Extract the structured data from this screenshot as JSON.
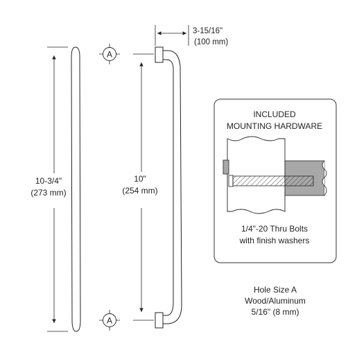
{
  "dimensions": {
    "overall_length": {
      "imperial": "10-3/4\"",
      "metric": "(273 mm)"
    },
    "center_to_center": {
      "imperial": "10\"",
      "metric": "(254 mm)"
    },
    "projection": {
      "imperial": "3-15/16\"",
      "metric": "(100 mm)"
    }
  },
  "hole_marker": "A",
  "mounting_panel": {
    "title_line1": "INCLUDED",
    "title_line2": "MOUNTING HARDWARE",
    "caption_line1": "1/4\"-20 Thru Bolts",
    "caption_line2": "with finish washers"
  },
  "hole_size": {
    "line1": "Hole Size A",
    "line2": "Wood/Aluminum",
    "line3": "5/16\" (8 mm)"
  }
}
